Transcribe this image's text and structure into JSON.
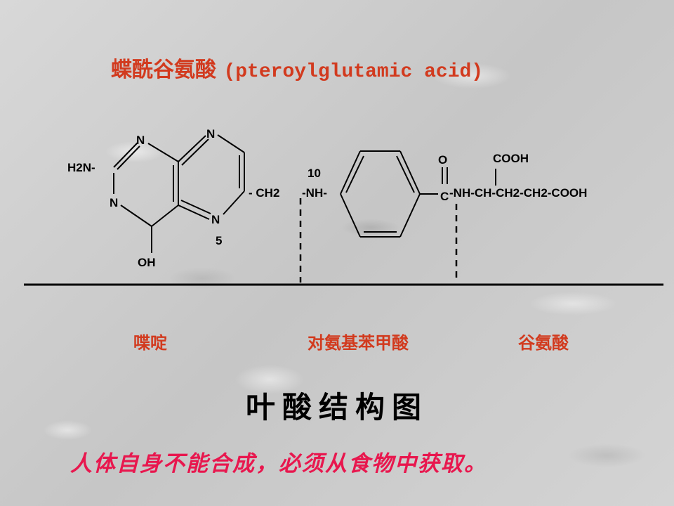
{
  "title": {
    "chinese": "蝶酰谷氨酸",
    "latin": "(pteroylglutamic acid)"
  },
  "structure": {
    "pteridine": {
      "n_top": "N",
      "n_left": "N",
      "n_right_top": "N",
      "n_right_bottom": "N",
      "amino": "H2N-",
      "hydroxy": "OH",
      "position_5": "5",
      "methylene": "- CH2"
    },
    "paba": {
      "position_10": "10",
      "amine": "-NH-"
    },
    "glutamate": {
      "carbonyl_c": "C",
      "carbonyl_o": "O",
      "side_cooh": "COOH",
      "chain": "-NH-CH-CH2-CH2-COOH"
    }
  },
  "sections": [
    {
      "label": "喋啶"
    },
    {
      "label": "对氨基苯甲酸"
    },
    {
      "label": "谷氨酸"
    }
  ],
  "caption": "叶酸结构图",
  "note": "人体自身不能合成，必须从食物中获取。",
  "colors": {
    "red": "#d23a1e",
    "pink": "#e8174e",
    "black": "#000000"
  }
}
